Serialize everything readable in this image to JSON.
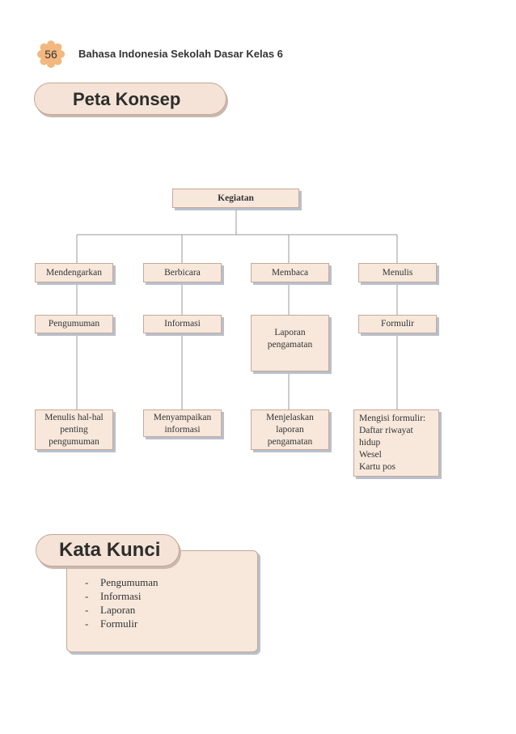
{
  "header": {
    "page_number": "56",
    "book_title": "Bahasa Indonesia Sekolah Dasar Kelas 6"
  },
  "section_title": "Peta Konsep",
  "concept_map": {
    "root": "Kegiatan",
    "branches": [
      {
        "activity": "Mendengarkan",
        "item": "Pengumuman",
        "detail": [
          "Menulis hal-hal",
          "penting",
          "pengumuman"
        ]
      },
      {
        "activity": "Berbicara",
        "item": "Informasi",
        "detail": [
          "Menyampaikan",
          "informasi"
        ]
      },
      {
        "activity": "Membaca",
        "item": [
          "Laporan",
          "pengamatan"
        ],
        "detail": [
          "Menjelaskan",
          "laporan",
          "pengamatan"
        ]
      },
      {
        "activity": "Menulis",
        "item": "Formulir",
        "detail": [
          "Mengisi formulir:",
          "Daftar riwayat",
          "hidup",
          "Wesel",
          "Kartu pos"
        ]
      }
    ]
  },
  "kata_kunci": {
    "title": "Kata Kunci",
    "dash": "-",
    "items": [
      "Pengumuman",
      "Informasi",
      "Laporan",
      "Formulir"
    ]
  },
  "colors": {
    "box_fill": "#f8e8dc",
    "box_border": "#c9a896",
    "box_shadow": "#b8c0cc",
    "badge_fill": "#f3b87f",
    "line": "#9a9a9a"
  }
}
